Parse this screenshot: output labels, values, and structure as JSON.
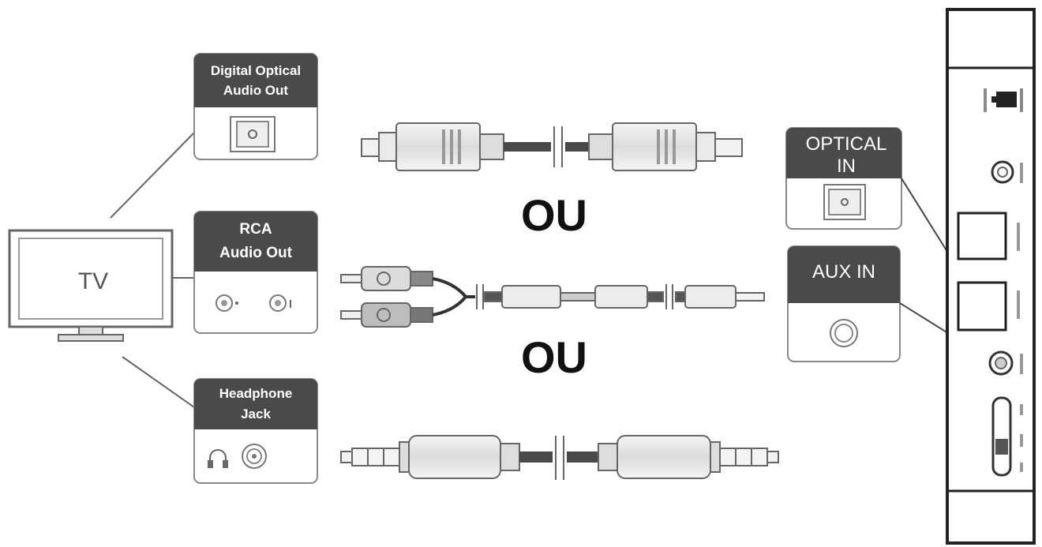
{
  "tv": {
    "label": "TV"
  },
  "tv_outputs": {
    "optical": {
      "label_line1": "Digital Optical",
      "label_line2": "Audio Out"
    },
    "rca": {
      "label_line1": "RCA",
      "label_line2": "Audio Out"
    },
    "headphone": {
      "label_line1": "Headphone",
      "label_line2": "Jack"
    }
  },
  "separators": [
    "OU",
    "OU"
  ],
  "device_inputs": {
    "optical": {
      "label_line1": "OPTICAL",
      "label_line2": "IN"
    },
    "aux": {
      "label": "AUX IN"
    }
  },
  "cables": [
    "optical-cable",
    "rca-to-35mm-cable",
    "35mm-aux-cable"
  ],
  "colors": {
    "panel_header": "#4a4a4a",
    "stroke": "#555555",
    "device_border": "#222222"
  }
}
